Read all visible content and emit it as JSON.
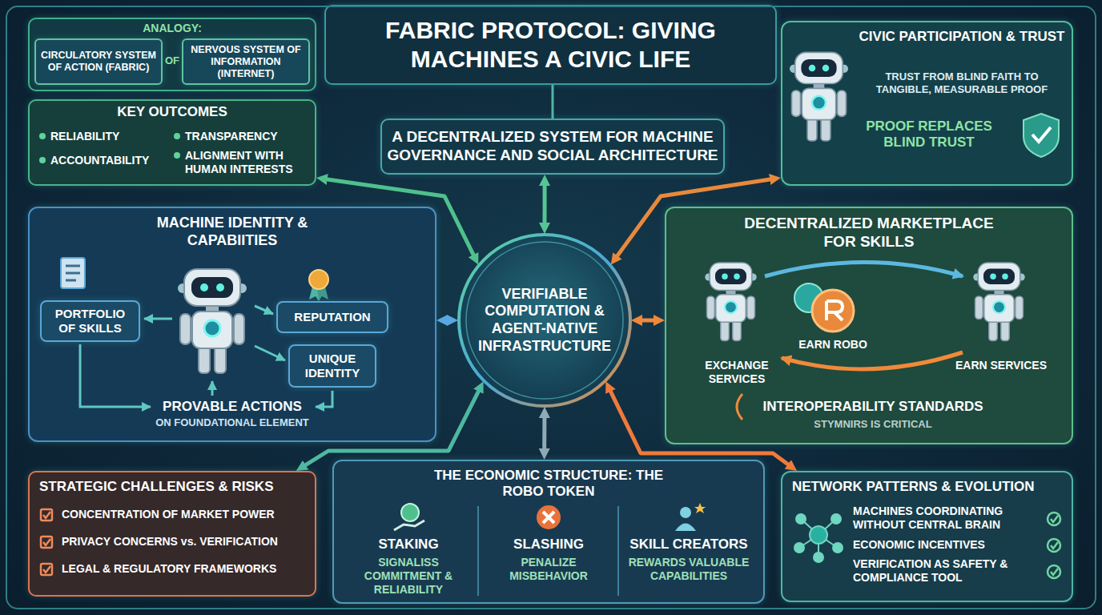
{
  "diagram": {
    "title": "FABRIC PROTOCOL: GIVING MACHINES A CIVIC LIFE",
    "nodes": [
      {
        "text": [
          "ANALOGY:",
          "OF"
        ]
      },
      {
        "text": [
          "CIRCULATORY SYSTEM OF ACTION (FABRIC)"
        ],
        "in": 0
      },
      {
        "text": [
          "NERVOUS SYSTEM OF INFORMATION (INTERNET)"
        ],
        "in": 0
      },
      {
        "text": [
          "KEY OUTCOMES",
          "RELIABILITY",
          "TRANSPARENCY",
          "ACCOUNTABILITY",
          "ALIGNMENT WITH HUMAN INTERESTS"
        ]
      },
      {
        "text": [
          "A DECENTRALIZED SYSTEM FOR MACHINE GOVERNANCE AND SOCIAL ARCHITECTURE"
        ]
      },
      {
        "text": [
          "CIVIC PARTICIPATION & TRUST",
          "TRUST FROM BLIND FAITH TO TANGIBLE, MEASURABLE PROOF",
          "PROOF REPLACES BLIND TRUST"
        ]
      },
      {
        "text": [
          "MACHINE IDENTITY & CAPABIITIES",
          "PROVABLE ACTIONS",
          "ON FOUNDATIONAL ELEMENT"
        ]
      },
      {
        "text": [
          "PORTFOLIO OF SKILLS"
        ],
        "in": 6
      },
      {
        "text": [
          "REPUTATION"
        ],
        "in": 6
      },
      {
        "text": [
          "UNIQUE IDENTITY"
        ],
        "in": 6
      },
      {
        "text": [
          "VERIFIABLE COMPUTATION & AGENT-NATIVE INFRASTRUCTURE"
        ]
      },
      {
        "text": [
          "DECENTRALIZED MARKETPLACE FOR SKILLS",
          "EXCHANGE SERVICES",
          "EARN ROBO",
          "EARN SERVICES",
          "INTEROPERABILITY STANDARDS",
          "STYMNIRS IS CRITICAL"
        ]
      },
      {
        "text": [
          "STRATEGIC CHALLENGES & RISKS",
          "CONCENTRATION OF MARKET POWER",
          "PRIVACY CONCERNS vs. VERIFICATION",
          "LEGAL & REGULATORY FRAMEWORKS"
        ]
      },
      {
        "text": [
          "THE ECONOMIC STRUCTURE: THE ROBO TOKEN",
          "STAKING",
          "SIGNALISS COMMITMENT & RELIABILITY",
          "SLASHING",
          "PENALIZE MISBEHAVIOR",
          "SKILL CREATORS",
          "REWARDS VALUABLE CAPABILITIES"
        ]
      },
      {
        "text": [
          "NETWORK PATTERNS & EVOLUTION",
          "MACHINES COORDINATING WITHOUT CENTRAL BRAIN",
          "ECONOMIC INCENTIVES",
          "VERIFICATION AS SAFETY & COMPLIANCE TOOL"
        ]
      }
    ],
    "edges": [
      {
        "from": 10,
        "to": 3,
        "arrow": "both"
      },
      {
        "from": 10,
        "to": 4,
        "arrow": "both"
      },
      {
        "from": 10,
        "to": 5,
        "arrow": "both"
      },
      {
        "from": 10,
        "to": 6,
        "arrow": "both"
      },
      {
        "from": 10,
        "to": 11,
        "arrow": "both"
      },
      {
        "from": 10,
        "to": 12,
        "arrow": "both"
      },
      {
        "from": 10,
        "to": 13,
        "arrow": "both"
      },
      {
        "from": 10,
        "to": 14,
        "arrow": "both"
      }
    ]
  }
}
